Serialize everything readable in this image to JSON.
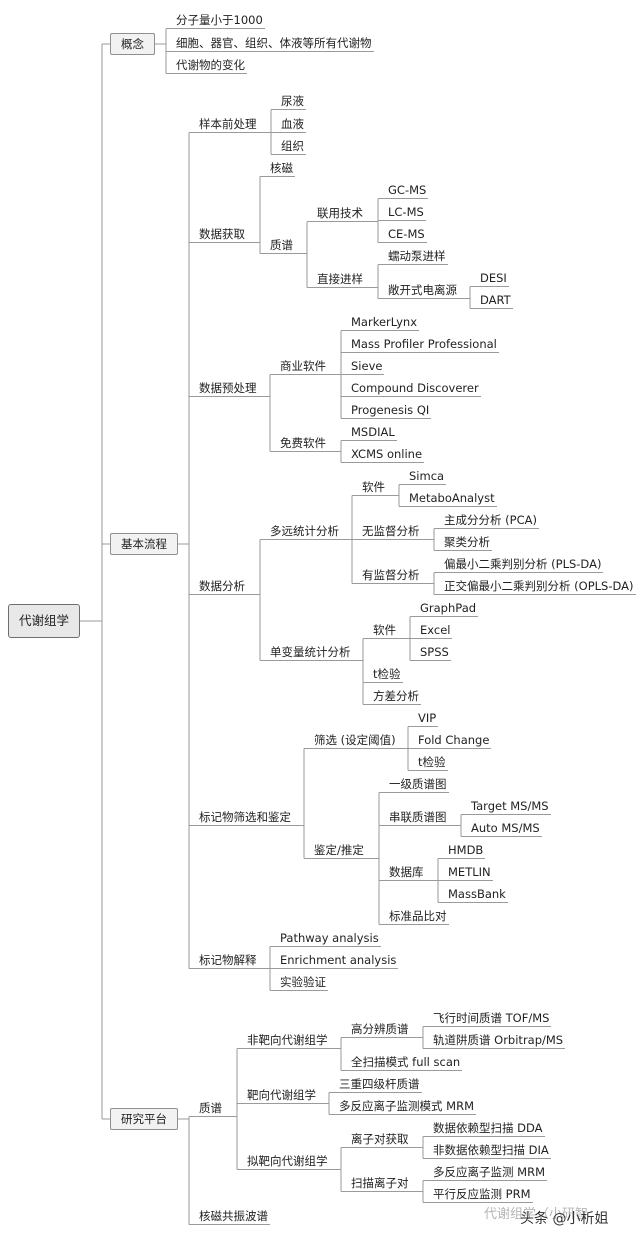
{
  "root": "代谢组学",
  "concept": {
    "label": "概念",
    "items": [
      "分子量小于1000",
      "细胞、器官、组织、体液等所有代谢物",
      "代谢物的变化"
    ]
  },
  "flow": {
    "label": "基本流程",
    "pretreat": {
      "label": "样本前处理",
      "items": [
        "尿液",
        "血液",
        "组织"
      ]
    },
    "acquire": {
      "label": "数据获取",
      "nmr": "核磁",
      "ms": {
        "label": "质谱",
        "coupled": {
          "label": "联用技术",
          "items": [
            "GC-MS",
            "LC-MS",
            "CE-MS"
          ]
        },
        "direct": {
          "label": "直接进样",
          "pump": "蠕动泵进样",
          "ambient": {
            "label": "敞开式电离源",
            "items": [
              "DESI",
              "DART"
            ]
          }
        }
      }
    },
    "preprocess": {
      "label": "数据预处理",
      "commercial": {
        "label": "商业软件",
        "items": [
          "MarkerLynx",
          "Mass Profiler Professional",
          "Sieve",
          "Compound Discoverer",
          "Progenesis QI"
        ]
      },
      "free": {
        "label": "免费软件",
        "items": [
          "MSDIAL",
          "XCMS online"
        ]
      }
    },
    "analysis": {
      "label": "数据分析",
      "multi": {
        "label": "多远统计分析",
        "software": {
          "label": "软件",
          "items": [
            "Simca",
            "MetaboAnalyst"
          ]
        },
        "unsup": {
          "label": "无监督分析",
          "items": [
            "主成分分析 (PCA)",
            "聚类分析"
          ]
        },
        "sup": {
          "label": "有监督分析",
          "items": [
            "偏最小二乘判别分析 (PLS-DA)",
            "正交偏最小二乘判别分析 (OPLS-DA)"
          ]
        }
      },
      "uni": {
        "label": "单变量统计分析",
        "software": {
          "label": "软件",
          "items": [
            "GraphPad",
            "Excel",
            "SPSS"
          ]
        },
        "ttest": "t检验",
        "anova": "方差分析"
      }
    },
    "marker": {
      "label": "标记物筛选和鉴定",
      "screen": {
        "label": "筛选 (设定阈值)",
        "items": [
          "VIP",
          "Fold Change",
          "t检验"
        ]
      },
      "identify": {
        "label": "鉴定/推定",
        "ms1": "一级质谱图",
        "tandem": {
          "label": "串联质谱图",
          "items": [
            "Target MS/MS",
            "Auto MS/MS"
          ]
        },
        "db": {
          "label": "数据库",
          "items": [
            "HMDB",
            "METLIN",
            "MassBank"
          ]
        },
        "std": "标准品比对"
      }
    },
    "interpret": {
      "label": "标记物解释",
      "items": [
        "Pathway analysis",
        "Enrichment analysis",
        "实验验证"
      ]
    }
  },
  "platform": {
    "label": "研究平台",
    "ms": {
      "label": "质谱",
      "untargeted": {
        "label": "非靶向代谢组学",
        "hr": {
          "label": "高分辨质谱",
          "items": [
            "飞行时间质谱 TOF/MS",
            "轨道阱质谱 Orbitrap/MS"
          ]
        },
        "fullscan": "全扫描模式 full scan"
      },
      "targeted": {
        "label": "靶向代谢组学",
        "items": [
          "三重四级杆质谱",
          "多反应离子监测模式 MRM"
        ]
      },
      "pseudo": {
        "label": "拟靶向代谢组学",
        "ion_acq": {
          "label": "离子对获取",
          "items": [
            "数据依赖型扫描 DDA",
            "非数据依赖型扫描 DIA"
          ]
        },
        "ion_scan": {
          "label": "扫描离子对",
          "items": [
            "多反应离子监测 MRM",
            "平行反应监测 PRM"
          ]
        }
      }
    },
    "nmr": "核磁共振波谱"
  },
  "watermark": {
    "faint": "代谢组学（小研智",
    "main": "头条 @小析姐"
  },
  "colors": {
    "line": "#9a9a9a",
    "box_bg": "#f2f2f2",
    "root_bg": "#e8e8e8"
  }
}
